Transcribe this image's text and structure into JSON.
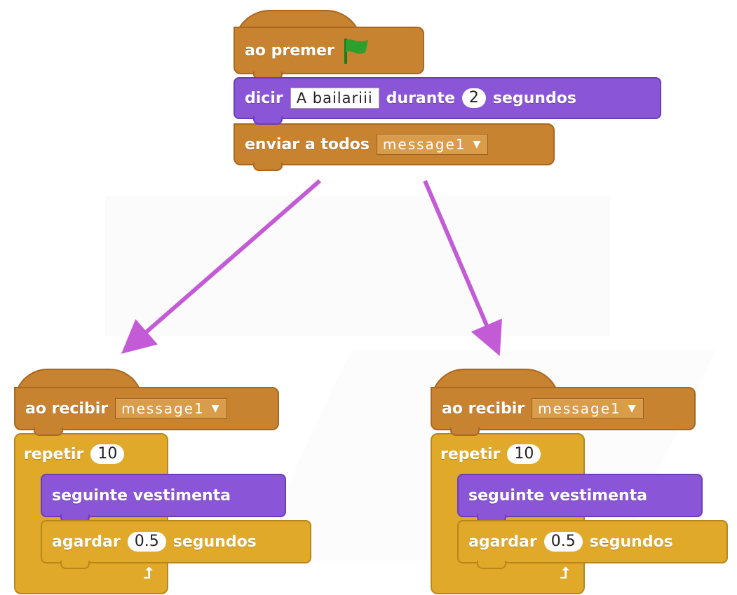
{
  "top_script": {
    "hat_label": "ao premer",
    "say_label": "dicir",
    "say_text": "A bailariii",
    "say_duration_label": "durante",
    "say_seconds": "2",
    "say_seconds_label": "segundos",
    "broadcast_label": "enviar a todos",
    "broadcast_message": "message1"
  },
  "left_script": {
    "hat_label": "ao recibir",
    "message": "message1",
    "repeat_label": "repetir",
    "repeat_count": "10",
    "costume_label": "seguinte vestimenta",
    "wait_label": "agardar",
    "wait_value": "0.5",
    "wait_unit": "segundos"
  },
  "right_script": {
    "hat_label": "ao recibir",
    "message": "message1",
    "repeat_label": "repetir",
    "repeat_count": "10",
    "costume_label": "seguinte vestimenta",
    "wait_label": "agardar",
    "wait_value": "0.5",
    "wait_unit": "segundos"
  },
  "colors": {
    "event": "#c88331",
    "looks": "#8a55d7",
    "control": "#e0a92a",
    "arrow": "#c35bd6",
    "flag": "#2e9f2e"
  },
  "icons": {
    "green_flag": "green-flag-icon",
    "loop_end": "loop-return-arrow-icon",
    "dropdown": "dropdown-arrow-icon"
  }
}
